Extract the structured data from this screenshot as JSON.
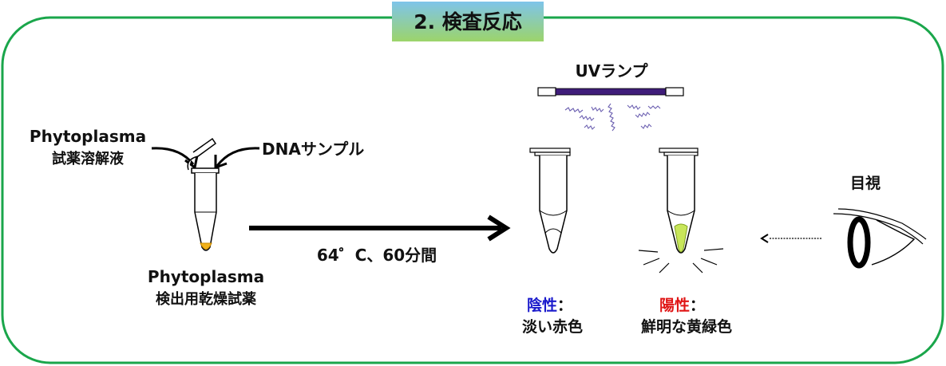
{
  "header": {
    "title": "2. 検査反応"
  },
  "uv_lamp": {
    "label": "UVランプ"
  },
  "sample_prep": {
    "reagent_line1": "Phytoplasma",
    "reagent_line2": "試薬溶解液",
    "dna_label": "DNAサンプル",
    "kit_line1": "Phytoplasma",
    "kit_line2": "検出用乾燥試薬"
  },
  "reaction": {
    "condition": "64゜C、60分間"
  },
  "results": {
    "negative_label": "陰性",
    "negative_colon": "：",
    "negative_desc": "淡い赤色",
    "positive_label": "陽性",
    "positive_colon": "：",
    "positive_desc": "鮮明な黄緑色"
  },
  "observation": {
    "label": "目視"
  },
  "colors": {
    "frame_green": "#1aa64b",
    "title_gradient_top": "#7ec4ea",
    "title_gradient_bottom": "#9cd46a",
    "lamp_tube": "#3f1d7a",
    "uv_waves": "#6b5fb0",
    "dna_red": "#e01515",
    "negative_blue": "#1a1acc",
    "positive_red": "#e01515",
    "dried_reagent": "#f2b21b",
    "positive_fluorescence": "#c8e65a"
  }
}
